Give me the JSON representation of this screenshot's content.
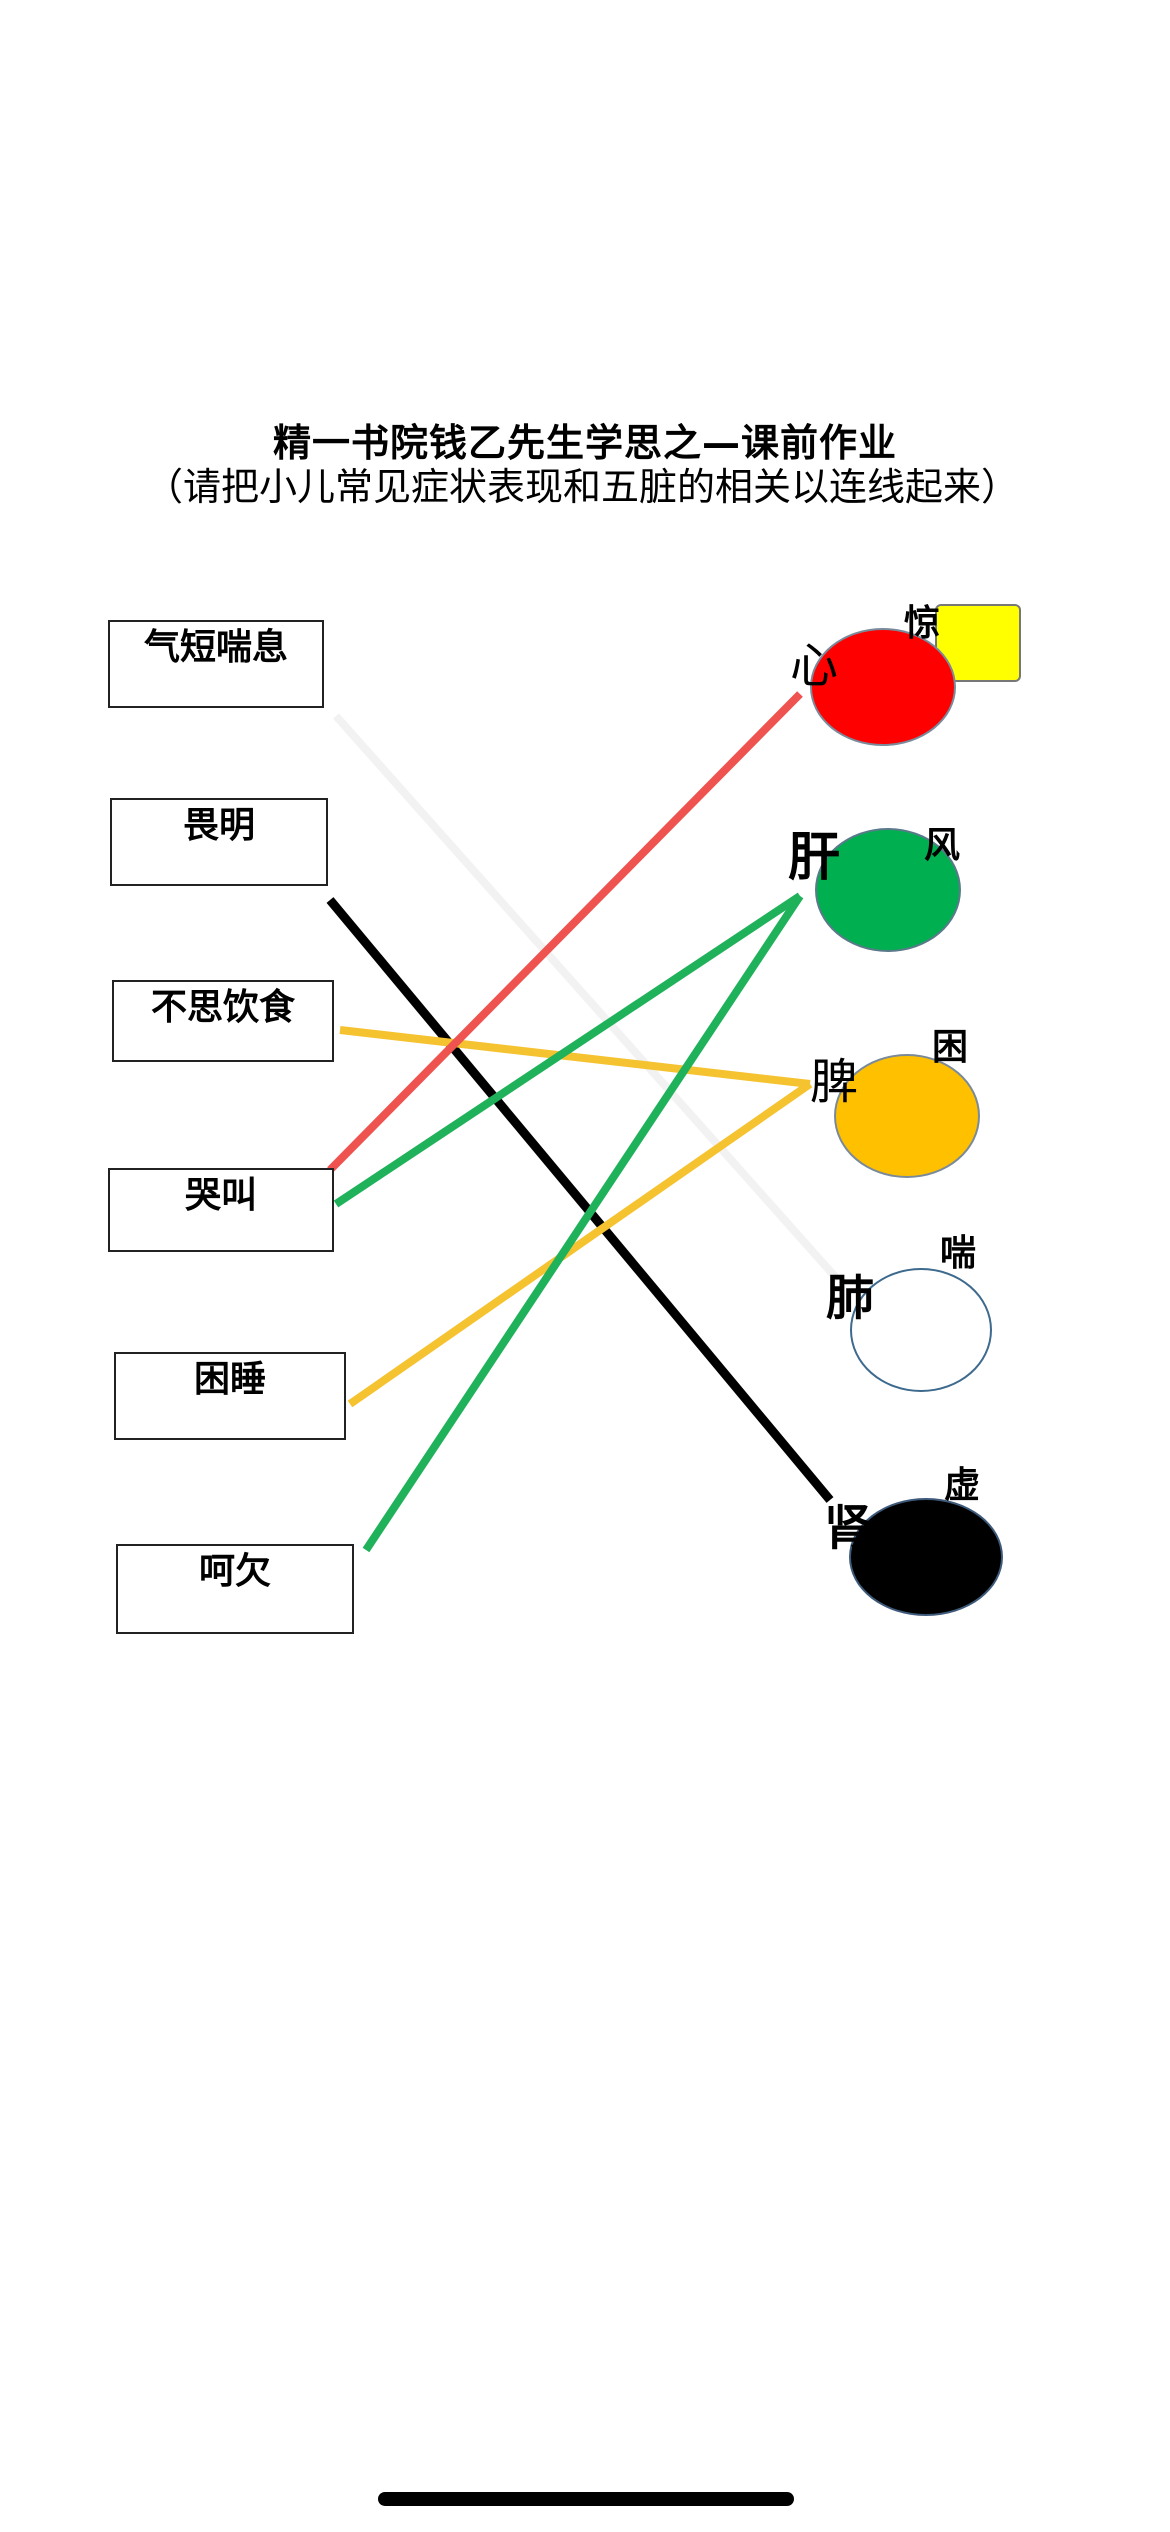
{
  "title": "精一书院钱乙先生学思之—课前作业",
  "subtitle": "（请把小儿常见症状表现和五脏的相关以连线起来）",
  "symptoms": [
    {
      "label": "气短喘息"
    },
    {
      "label": "畏明"
    },
    {
      "label": "不思饮食"
    },
    {
      "label": "哭叫"
    },
    {
      "label": "困睡"
    },
    {
      "label": "呵欠"
    }
  ],
  "organs": [
    {
      "label": "心",
      "emotion": "惊",
      "color": "#ff0000"
    },
    {
      "label": "肝",
      "emotion": "风",
      "color": "#00b050"
    },
    {
      "label": "脾",
      "emotion": "困",
      "color": "#ffc000"
    },
    {
      "label": "肺",
      "emotion": "喘",
      "color": "#ffffff"
    },
    {
      "label": "肾",
      "emotion": "虚",
      "color": "#000000"
    }
  ],
  "tag_color": "#ffff00",
  "connections": [
    {
      "symptom": "气短喘息",
      "organ": "肺",
      "color": "#f2f2f2"
    },
    {
      "symptom": "畏明",
      "organ": "肾",
      "color": "#000000"
    },
    {
      "symptom": "不思饮食",
      "organ": "脾",
      "color": "#f5c230"
    },
    {
      "symptom": "哭叫",
      "organ": "心",
      "color": "#ef5350"
    },
    {
      "symptom": "哭叫",
      "organ": "肝",
      "color": "#1fb25a"
    },
    {
      "symptom": "困睡",
      "organ": "脾",
      "color": "#f5c230"
    },
    {
      "symptom": "呵欠",
      "organ": "肝",
      "color": "#1fb25a"
    }
  ]
}
